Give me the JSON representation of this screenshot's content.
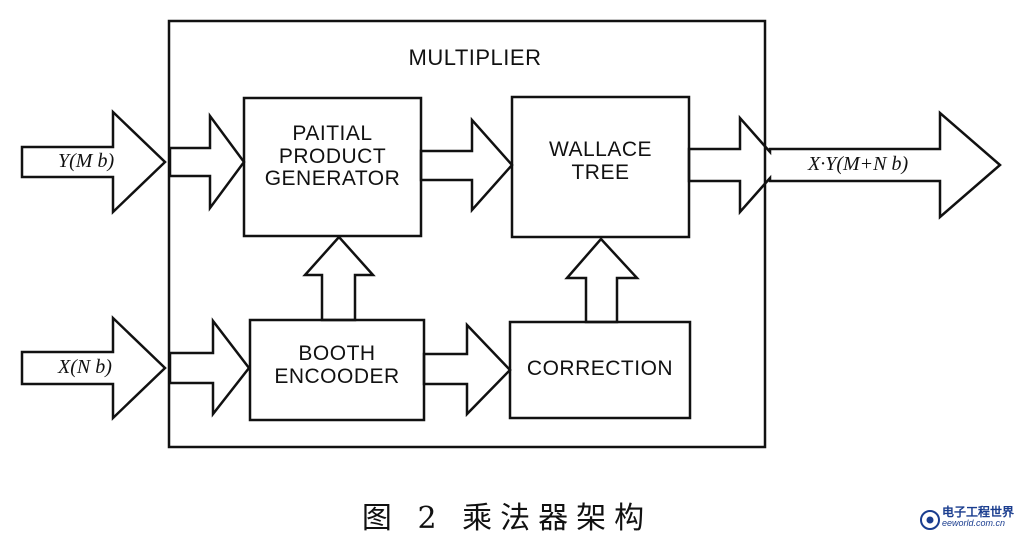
{
  "diagram": {
    "outer_title": "MULTIPLIER",
    "blocks": {
      "partial_product_generator": [
        "PAITIAL",
        "PRODUCT",
        "GENERATOR"
      ],
      "wallace_tree": [
        "WALLACE",
        "TREE"
      ],
      "booth_encoder": [
        "BOOTH",
        "ENCOODER"
      ],
      "correction": [
        "CORRECTION"
      ]
    },
    "inputs": {
      "y": "Y(M b)",
      "x": "X(N b)"
    },
    "output": "X·Y(M+N b)"
  },
  "caption": "图 2   乘法器架构",
  "watermark": {
    "name": "电子工程世界",
    "site": "eeworld.com.cn"
  },
  "colors": {
    "stroke": "#111111",
    "background": "#ffffff",
    "watermark": "#1a3d8f"
  }
}
